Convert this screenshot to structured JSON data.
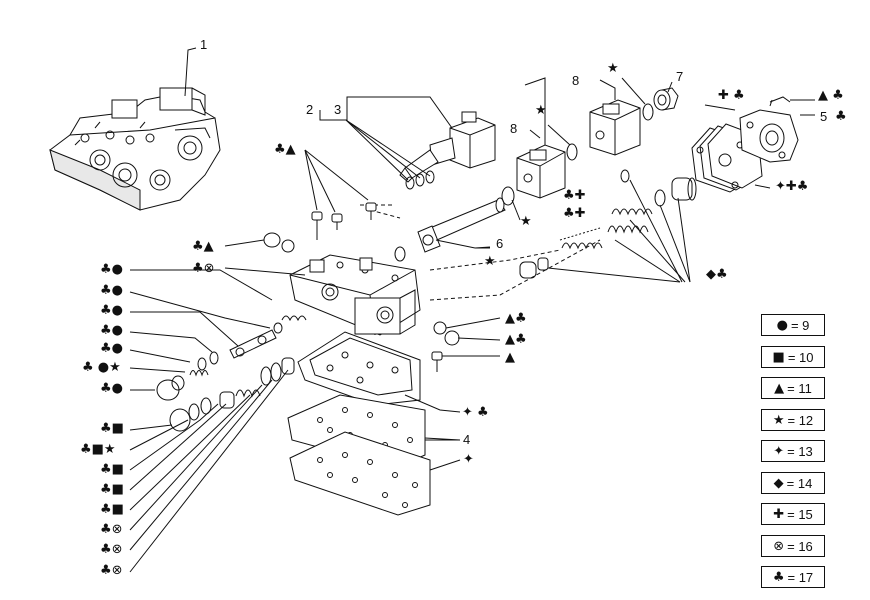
{
  "callouts": {
    "n1": "1",
    "n2": "2",
    "n3": "3",
    "n4": "4",
    "n5": "5",
    "n6": "6",
    "n7": "7",
    "n8a": "8",
    "n8b": "8",
    "s_top_clubtri": "♣▲",
    "s_top_star7": "★",
    "s_top_star8": "★",
    "s_sq_club": "✚ ♣",
    "s_tri_club": "▲ ♣",
    "s_5club": "♣",
    "s_clubcross": "♣✚",
    "s_clubcross2": "♣✚",
    "s_star6": "★",
    "s_star_body": "★",
    "s_diamond": "◆♣",
    "s_plus_cross_club": "✦✚♣",
    "s_clubtri_left": "♣▲",
    "s_clubotimes": "♣⊗",
    "s_tri_club_r1": "▲♣",
    "s_tri_club_r2": "▲♣",
    "s_tri_r3": "▲",
    "s_star_club_mid": "✦ ♣",
    "s_plus4": "✦",
    "left": [
      "♣●",
      "♣●",
      "♣●",
      "♣●",
      "♣●",
      "♣ ●★",
      "♣●",
      "♣■",
      "♣■★",
      "♣■",
      "♣■",
      "♣■",
      "♣⊗",
      "♣⊗",
      "♣⊗"
    ]
  },
  "legend": [
    {
      "sym": "●",
      "text": "= 9"
    },
    {
      "sym": "■",
      "text": "= 10"
    },
    {
      "sym": "▲",
      "text": "= 11"
    },
    {
      "sym": "★",
      "text": "= 12"
    },
    {
      "sym": "✦",
      "text": "= 13"
    },
    {
      "sym": "◆",
      "text": "= 14"
    },
    {
      "sym": "✚",
      "text": "= 15"
    },
    {
      "sym": "⊗",
      "text": "= 16"
    },
    {
      "sym": "♣",
      "text": "= 17"
    }
  ]
}
